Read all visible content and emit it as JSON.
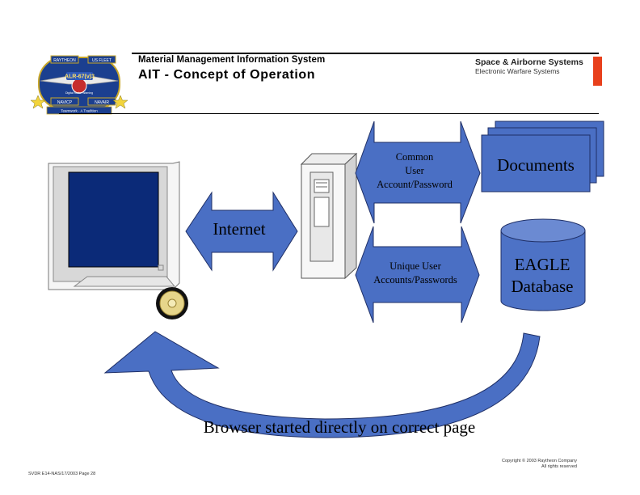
{
  "header": {
    "title": "Material Management Information System",
    "subtitle": "AIT - Concept of Operation"
  },
  "brand": {
    "line1": "Space & Airborne Systems",
    "line2": "Electronic Warfare Systems",
    "accent_color": "#e8401c"
  },
  "logo": {
    "top_left": "RAYTHEON",
    "top_right": "US FLEET",
    "center": "ALR-67(v)3",
    "center_sub": "Digital Radar Warning",
    "bottom_left": "NAVICP",
    "bottom_right": "NAVAIR",
    "banner": "Teamwork  ·  A Tradition"
  },
  "diagram": {
    "common_label": "Common User Account/Password",
    "common_lines": [
      "Common",
      "User",
      "Account/Password"
    ],
    "unique_lines": [
      "Unique User",
      "Accounts/Passwords"
    ],
    "documents_label": "Documents",
    "eagle_lines": [
      "EAGLE",
      "Database"
    ],
    "internet_label": "Internet",
    "browser_label": "Browser started directly on correct page",
    "colors": {
      "arrow_fill": "#4a6fc4",
      "doc_fill": "#4a6fc4",
      "db_fill": "#4d72c6",
      "screen_fill": "#0b2a78"
    }
  },
  "footer": {
    "copyright_line1": "Copyright © 2003 Raytheon Company",
    "copyright_line2": "All rights reserved",
    "page_ref": "SVDR E14-NAS/17/2003 Page 28"
  }
}
